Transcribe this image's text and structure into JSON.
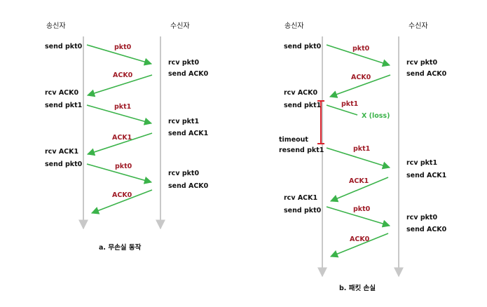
{
  "panel_a": {
    "sender_label": "송신자",
    "receiver_label": "수신자",
    "caption": "a. 무손실 동작",
    "sender_events": [
      "send pkt0",
      "rcv ACK0",
      "send pkt1",
      "rcv ACK1",
      "send pkt0"
    ],
    "receiver_events": [
      "rcv pkt0",
      "send ACK0",
      "rcv pkt1",
      "send ACK1",
      "rcv pkt0",
      "send ACK0"
    ],
    "messages": [
      "pkt0",
      "ACK0",
      "pkt1",
      "ACK1",
      "pkt0",
      "ACK0"
    ]
  },
  "panel_b": {
    "sender_label": "송신자",
    "receiver_label": "수신자",
    "caption": "b. 패킷 손실",
    "sender_events": [
      "send pkt0",
      "rcv ACK0",
      "send pkt1",
      "timeout",
      "resend pkt1",
      "rcv ACK1",
      "send pkt0"
    ],
    "receiver_events": [
      "rcv pkt0",
      "send ACK0",
      "rcv pkt1",
      "send ACK1",
      "rcv pkt0",
      "send ACK0"
    ],
    "messages": [
      "pkt0",
      "ACK0",
      "pkt1",
      "pkt1",
      "ACK1",
      "pkt0",
      "ACK0"
    ],
    "loss_label": "X (loss)"
  },
  "colors": {
    "arrow": "#3bb34a",
    "timeline": "#c8c8c8",
    "message_label": "#a01d28",
    "timer": "#d9232d"
  }
}
